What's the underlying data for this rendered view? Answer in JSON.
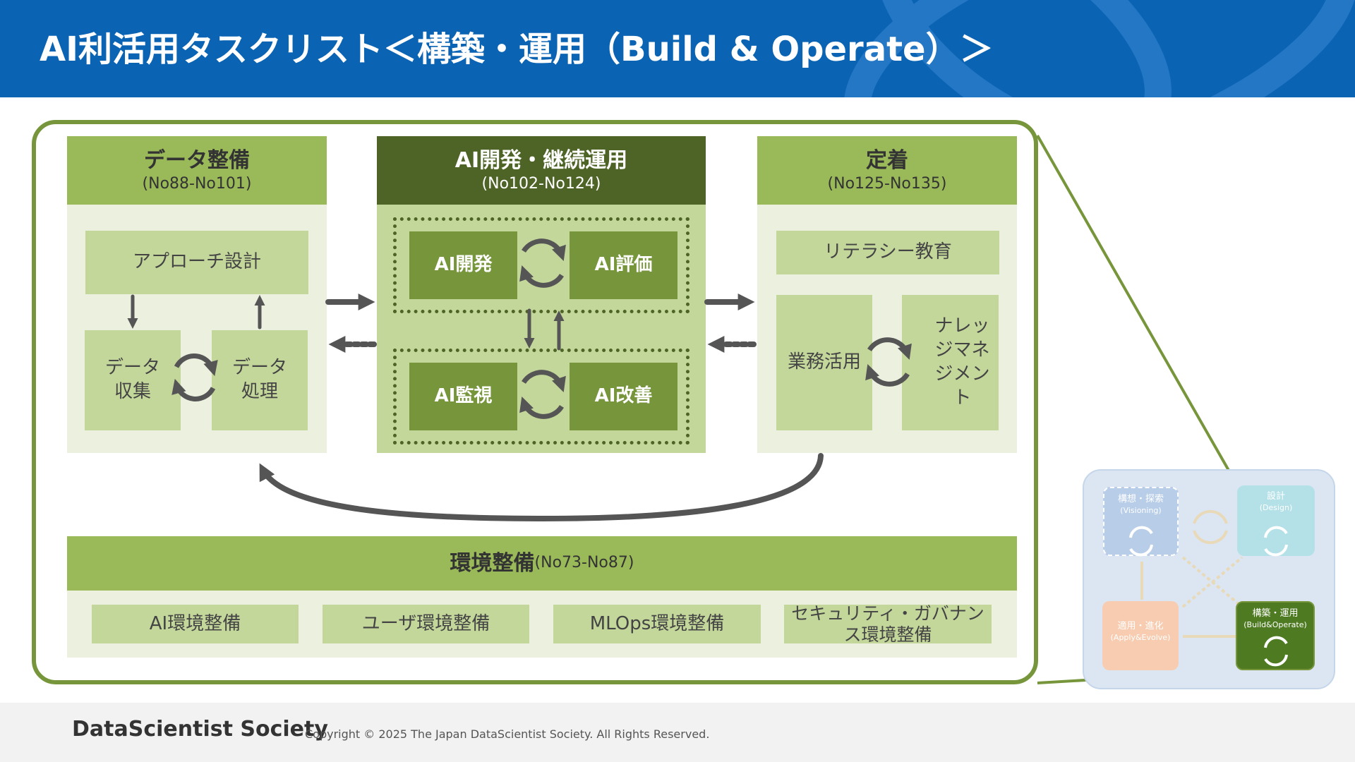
{
  "header": {
    "title": "AI利活用タスクリスト＜構築・運用（Build & Operate）＞"
  },
  "sections": {
    "data_prep": {
      "title": "データ整備",
      "range": "(No88-No101)",
      "items": [
        "アプローチ設計",
        "データ収集",
        "データ処理"
      ]
    },
    "ai_dev": {
      "title": "AI開発・継続運用",
      "range": "(No102-No124)",
      "items": [
        "AI開発",
        "AI評価",
        "AI監視",
        "AI改善"
      ]
    },
    "adoption": {
      "title": "定着",
      "range": "(No125-No135)",
      "items": [
        "リテラシー教育",
        "業務活用",
        "ナレッジマネジメント"
      ]
    },
    "env": {
      "title": "環境整備",
      "range": "(No73-No87)",
      "items": [
        "AI環境整備",
        "ユーザ環境整備",
        "MLOps環境整備",
        "セキュリティ・ガバナンス環境整備"
      ]
    }
  },
  "overview": {
    "visioning": {
      "title": "構想・探索",
      "sub": "(Visioning)"
    },
    "design": {
      "title": "設計",
      "sub": "(Design)"
    },
    "apply": {
      "title": "適用・進化",
      "sub": "(Apply&Evolve)"
    },
    "build": {
      "title": "構築・運用",
      "sub": "(Build&Operate)"
    }
  },
  "footer": {
    "brand": "DataScientist Society",
    "copyright": "Copyright © 2025 The Japan DataScientist Society. All Rights Reserved."
  },
  "colors": {
    "header_blue": "#0a63b3",
    "green_dark": "#4e6427",
    "green_mid": "#77963c",
    "green_head": "#9aba59",
    "green_light": "#c4d79b",
    "green_bg": "#ebf0df"
  }
}
